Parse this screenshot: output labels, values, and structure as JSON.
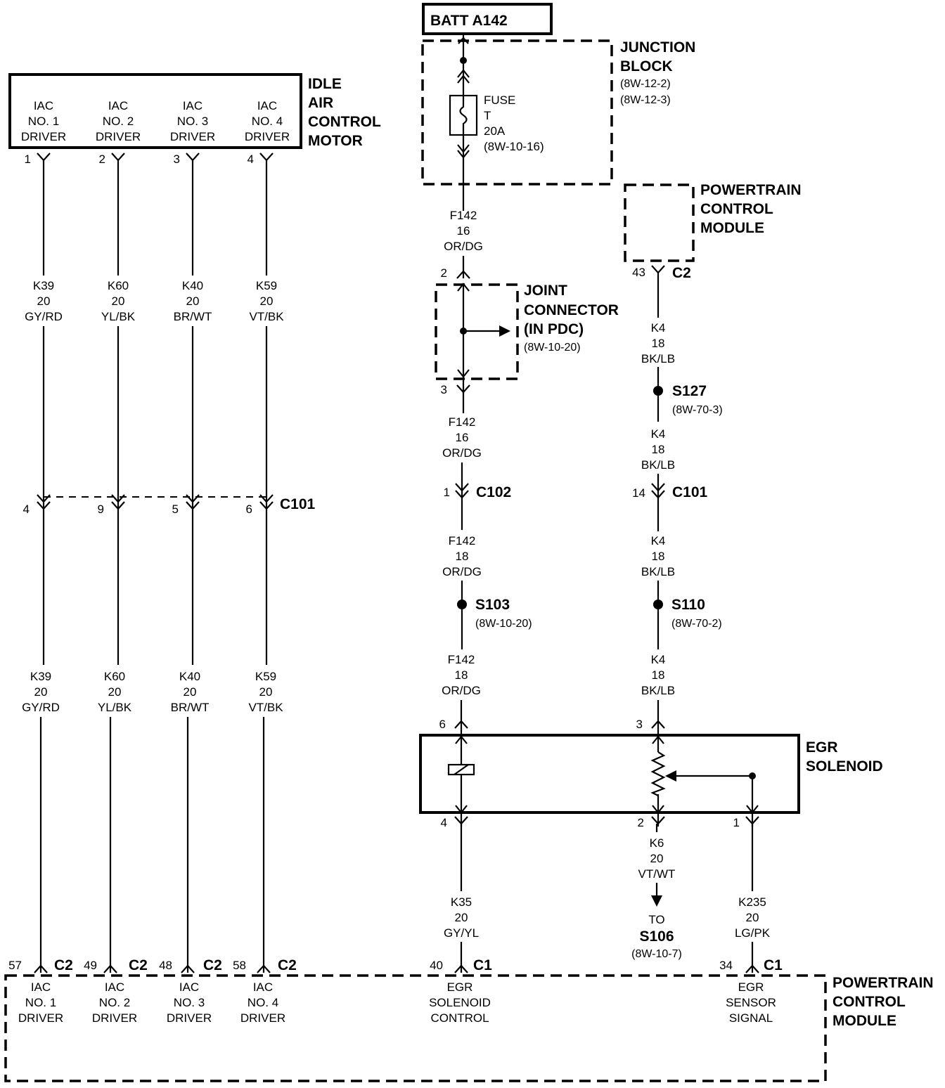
{
  "batt": "BATT A142",
  "junction_block": {
    "title": [
      "JUNCTION",
      "BLOCK"
    ],
    "refs": [
      "(8W-12-2)",
      "(8W-12-3)"
    ],
    "fuse": [
      "FUSE",
      "T",
      "20A",
      "(8W-10-16)"
    ]
  },
  "iac_motor": {
    "title": [
      "IDLE",
      "AIR",
      "CONTROL",
      "MOTOR"
    ],
    "cells": [
      [
        "IAC",
        "NO. 1",
        "DRIVER"
      ],
      [
        "IAC",
        "NO. 2",
        "DRIVER"
      ],
      [
        "IAC",
        "NO. 3",
        "DRIVER"
      ],
      [
        "IAC",
        "NO. 4",
        "DRIVER"
      ]
    ],
    "pins": [
      "1",
      "2",
      "3",
      "4"
    ]
  },
  "iac_wires": [
    [
      "K39",
      "20",
      "GY/RD"
    ],
    [
      "K60",
      "20",
      "YL/BK"
    ],
    [
      "K40",
      "20",
      "BR/WT"
    ],
    [
      "K59",
      "20",
      "VT/BK"
    ]
  ],
  "c101_left": {
    "pins": [
      "4",
      "9",
      "5",
      "6"
    ],
    "label": "C101"
  },
  "pcm_top": {
    "title": [
      "POWERTRAIN",
      "CONTROL",
      "MODULE"
    ],
    "pin": "43",
    "conn": "C2"
  },
  "joint_connector": {
    "title": [
      "JOINT",
      "CONNECTOR",
      "(IN PDC)"
    ],
    "ref": "(8W-10-20)",
    "pin_top": "2",
    "pin_bottom": "3"
  },
  "f142_wires": [
    [
      "F142",
      "16",
      "OR/DG"
    ],
    [
      "F142",
      "16",
      "OR/DG"
    ],
    [
      "F142",
      "18",
      "OR/DG"
    ],
    [
      "F142",
      "18",
      "OR/DG"
    ]
  ],
  "c102": {
    "pin": "1",
    "label": "C102"
  },
  "s103": {
    "label": "S103",
    "ref": "(8W-10-20)"
  },
  "k4_wires": [
    [
      "K4",
      "18",
      "BK/LB"
    ],
    [
      "K4",
      "18",
      "BK/LB"
    ],
    [
      "K4",
      "18",
      "BK/LB"
    ],
    [
      "K4",
      "18",
      "BK/LB"
    ]
  ],
  "s127": {
    "label": "S127",
    "ref": "(8W-70-3)"
  },
  "c101_right": {
    "pin": "14",
    "label": "C101"
  },
  "s110": {
    "label": "S110",
    "ref": "(8W-70-2)"
  },
  "egr": {
    "title": [
      "EGR",
      "SOLENOID"
    ],
    "pin_6": "6",
    "pin_3": "3",
    "pin_4": "4",
    "pin_2": "2",
    "pin_1": "1"
  },
  "k35": [
    "K35",
    "20",
    "GY/YL"
  ],
  "k6": [
    "K6",
    "20",
    "VT/WT"
  ],
  "k235": [
    "K235",
    "20",
    "LG/PK"
  ],
  "to_s106": {
    "to": "TO",
    "label": "S106",
    "ref": "(8W-10-7)"
  },
  "pcm_bottom": {
    "title": [
      "POWERTRAIN",
      "CONTROL",
      "MODULE"
    ],
    "pins": [
      {
        "num": "57",
        "conn": "C2",
        "label": [
          "IAC",
          "NO. 1",
          "DRIVER"
        ]
      },
      {
        "num": "49",
        "conn": "C2",
        "label": [
          "IAC",
          "NO. 2",
          "DRIVER"
        ]
      },
      {
        "num": "48",
        "conn": "C2",
        "label": [
          "IAC",
          "NO. 3",
          "DRIVER"
        ]
      },
      {
        "num": "58",
        "conn": "C2",
        "label": [
          "IAC",
          "NO. 4",
          "DRIVER"
        ]
      },
      {
        "num": "40",
        "conn": "C1",
        "label": [
          "EGR",
          "SOLENOID",
          "CONTROL"
        ]
      },
      {
        "num": "34",
        "conn": "C1",
        "label": [
          "EGR",
          "SENSOR",
          "SIGNAL"
        ]
      }
    ]
  }
}
